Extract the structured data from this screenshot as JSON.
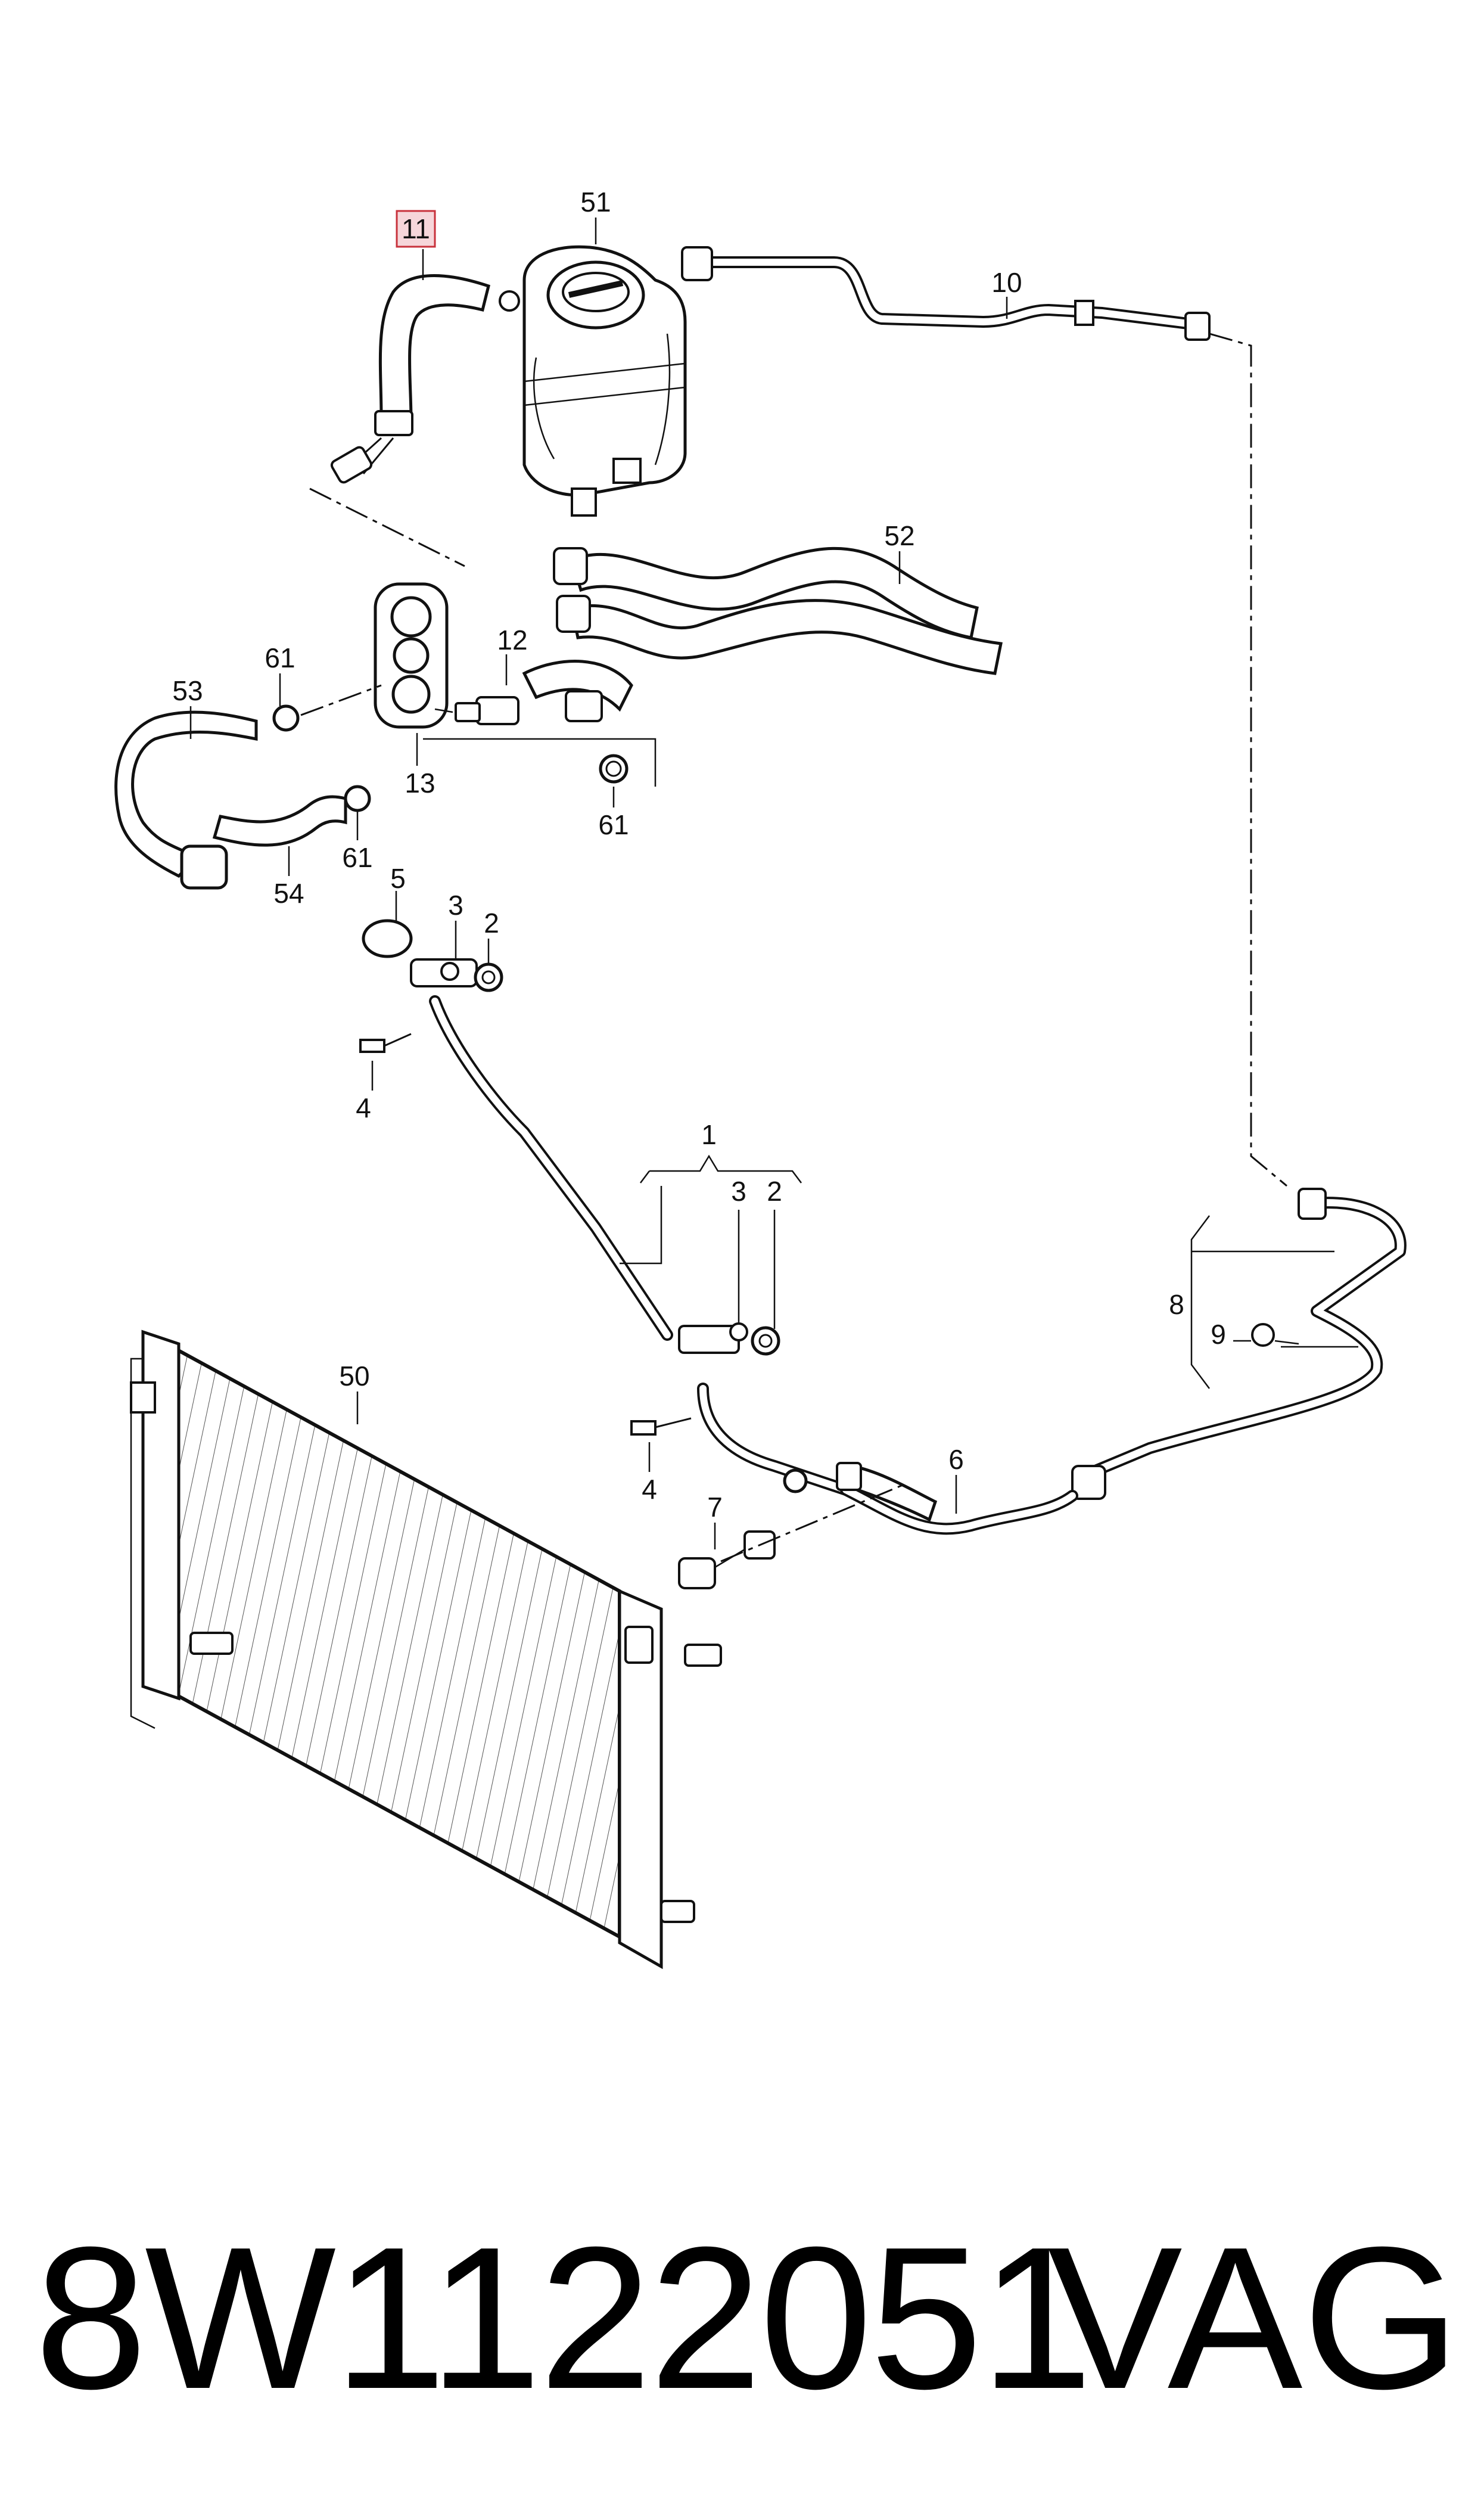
{
  "callouts": {
    "c11": "11",
    "c51": "51",
    "c10": "10",
    "c52": "52",
    "c53": "53",
    "c61a": "61",
    "c12": "12",
    "c13": "13",
    "c61b": "61",
    "c61c": "61",
    "c54": "54",
    "c5": "5",
    "c3a": "3",
    "c2a": "2",
    "c4a": "4",
    "c1": "1",
    "c3b": "3",
    "c2b": "2",
    "c50": "50",
    "c8": "8",
    "c9": "9",
    "c4b": "4",
    "c6": "6",
    "c7": "7"
  },
  "highlighted_callout": "11",
  "colors": {
    "highlight_fill": "#f6d6da",
    "highlight_stroke": "#c8323c",
    "line": "#111111"
  },
  "footer": {
    "part_number": "8W1122051",
    "brand": "VAG"
  }
}
